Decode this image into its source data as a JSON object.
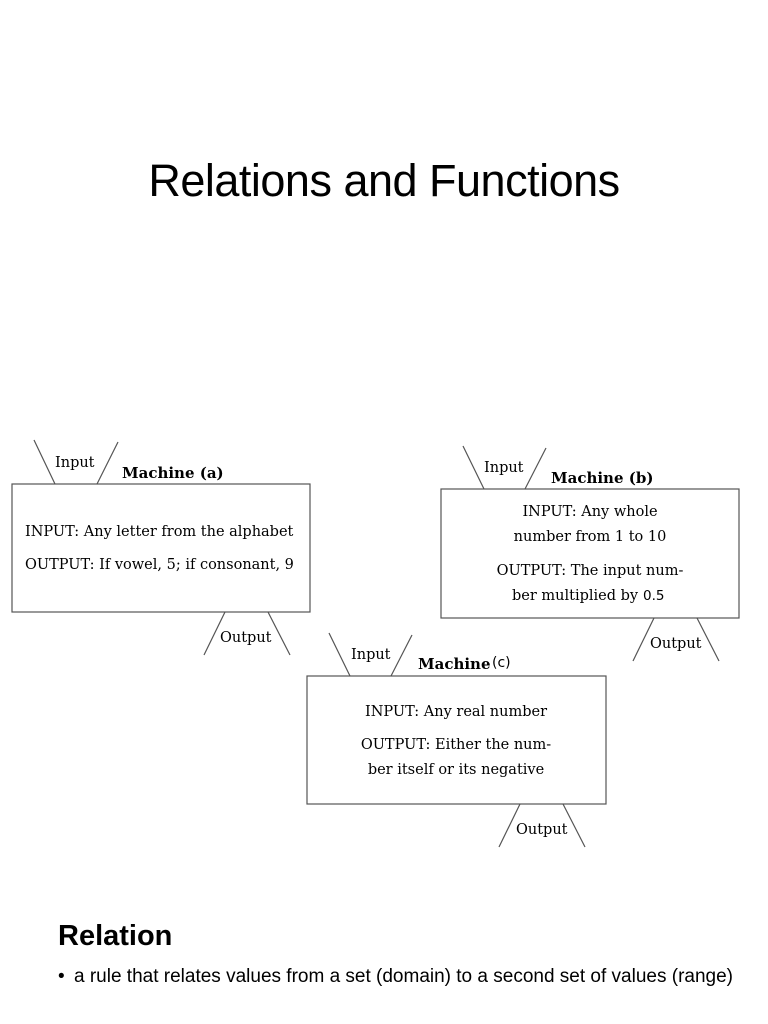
{
  "slide": {
    "title": "Relations and Functions"
  },
  "machines": [
    {
      "label_bold": "Machine (a)",
      "input_label": "Input",
      "output_label": "Output",
      "lines": [
        "INPUT: Any letter from the alphabet",
        "OUTPUT: If vowel, 5; if consonant, 9"
      ]
    },
    {
      "label_bold": "Machine (b)",
      "input_label": "Input",
      "output_label": "Output",
      "lines": [
        "INPUT: Any whole",
        "number from 1 to 10",
        "OUTPUT: The input num-",
        "ber multiplied by"
      ],
      "extra": "0.5"
    },
    {
      "label_bold": "Machine",
      "label_suffix": "(c)",
      "input_label": "Input",
      "output_label": "Output",
      "lines": [
        "INPUT: Any real number",
        "OUTPUT: Either the num-",
        "ber itself or its negative"
      ]
    }
  ],
  "relation": {
    "heading": "Relation",
    "bullet": "a rule that relates values from a set (domain) to a second set of values (range)"
  }
}
